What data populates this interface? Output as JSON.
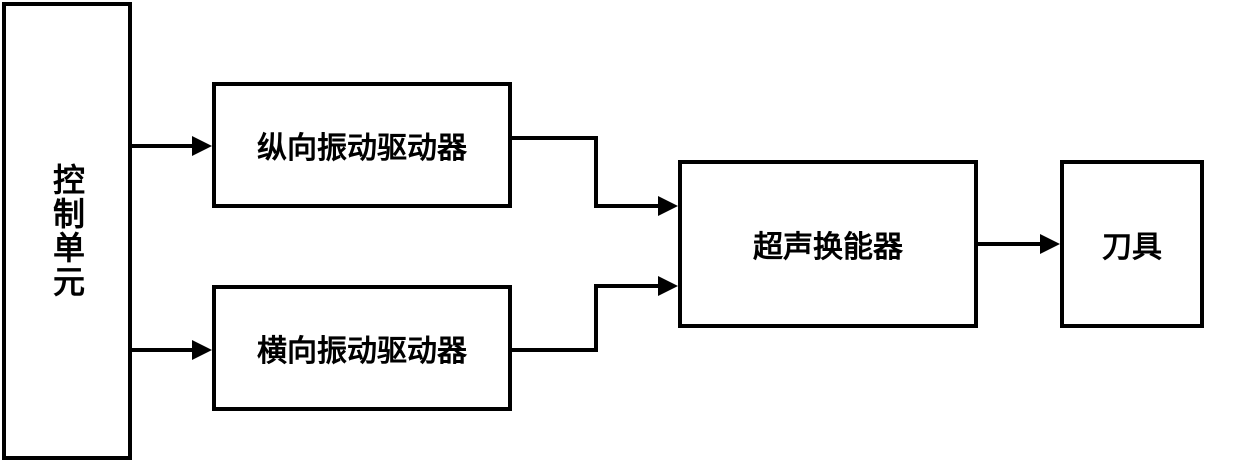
{
  "diagram": {
    "nodes": {
      "control_unit": "控制单元",
      "longitudinal_driver": "纵向振动驱动器",
      "transverse_driver": "横向振动驱动器",
      "ultrasonic_transducer": "超声换能器",
      "tool": "刀具"
    },
    "edges": [
      {
        "from": "控制单元",
        "to": "纵向振动驱动器"
      },
      {
        "from": "控制单元",
        "to": "横向振动驱动器"
      },
      {
        "from": "纵向振动驱动器",
        "to": "超声换能器"
      },
      {
        "from": "横向振动驱动器",
        "to": "超声换能器"
      },
      {
        "from": "超声换能器",
        "to": "刀具"
      }
    ],
    "colors": {
      "stroke": "#000000",
      "background": "#ffffff"
    }
  }
}
